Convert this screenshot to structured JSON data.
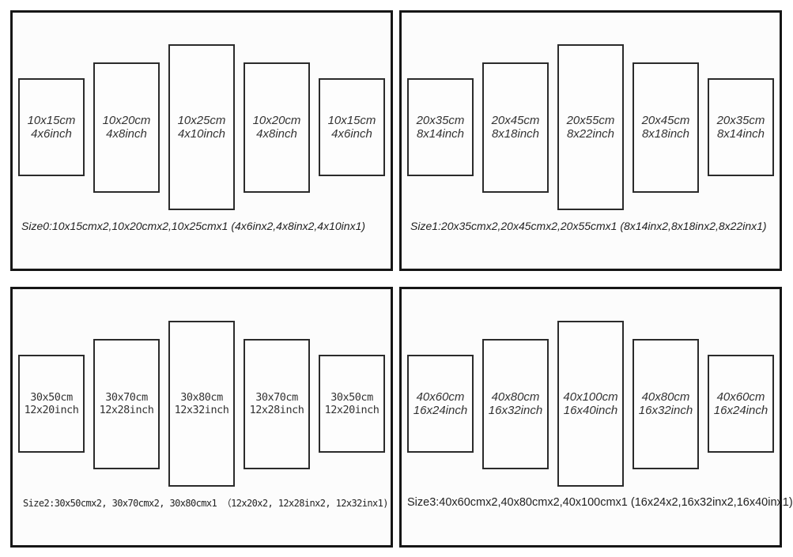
{
  "colors": {
    "outer_border": "#161616",
    "panel_border": "#2b2b2b",
    "background": "#ffffff",
    "text": "#333333"
  },
  "quadrants": [
    {
      "caption": "Size0:10x15cmx2,10x20cmx2,10x25cmx1 (4x6inx2,4x8inx2,4x10inx1)",
      "panels": [
        {
          "cm": "10x15cm",
          "inch": "4x6inch"
        },
        {
          "cm": "10x20cm",
          "inch": "4x8inch"
        },
        {
          "cm": "10x25cm",
          "inch": "4x10inch"
        },
        {
          "cm": "10x20cm",
          "inch": "4x8inch"
        },
        {
          "cm": "10x15cm",
          "inch": "4x6inch"
        }
      ]
    },
    {
      "caption": "Size1:20x35cmx2,20x45cmx2,20x55cmx1 (8x14inx2,8x18inx2,8x22inx1)",
      "panels": [
        {
          "cm": "20x35cm",
          "inch": "8x14inch"
        },
        {
          "cm": "20x45cm",
          "inch": "8x18inch"
        },
        {
          "cm": "20x55cm",
          "inch": "8x22inch"
        },
        {
          "cm": "20x45cm",
          "inch": "8x18inch"
        },
        {
          "cm": "20x35cm",
          "inch": "8x14inch"
        }
      ]
    },
    {
      "caption": "Size2:30x50cmx2, 30x70cmx2, 30x80cmx1 （12x20x2, 12x28inx2, 12x32inx1)",
      "panels": [
        {
          "cm": "30x50cm",
          "inch": "12x20inch"
        },
        {
          "cm": "30x70cm",
          "inch": "12x28inch"
        },
        {
          "cm": "30x80cm",
          "inch": "12x32inch"
        },
        {
          "cm": "30x70cm",
          "inch": "12x28inch"
        },
        {
          "cm": "30x50cm",
          "inch": "12x20inch"
        }
      ]
    },
    {
      "caption": "Size3:40x60cmx2,40x80cmx2,40x100cmx1 (16x24x2,16x32inx2,16x40inx1)",
      "panels": [
        {
          "cm": "40x60cm",
          "inch": "16x24inch"
        },
        {
          "cm": "40x80cm",
          "inch": "16x32inch"
        },
        {
          "cm": "40x100cm",
          "inch": "16x40inch"
        },
        {
          "cm": "40x80cm",
          "inch": "16x32inch"
        },
        {
          "cm": "40x60cm",
          "inch": "16x24inch"
        }
      ]
    }
  ]
}
